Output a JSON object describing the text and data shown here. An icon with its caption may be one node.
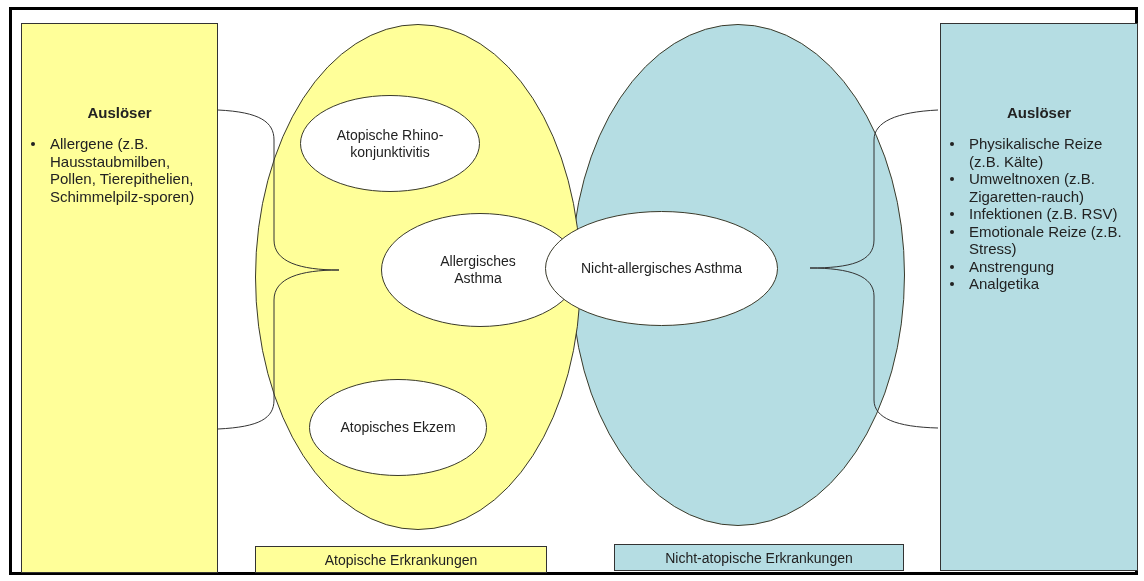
{
  "diagram": {
    "nodes": [
      {
        "text": [
          "Auslöser",
          "Allergene (z.B. Hausstaubmilben, Pollen, Tierepithelien, Schimmelpilz-sporen)"
        ]
      },
      {
        "text": [],
        "shape": "ellipse"
      },
      {
        "text": [
          "Atopische Rhino-konjunktivitis"
        ],
        "in": 1
      },
      {
        "text": [
          "Allergisches Asthma"
        ],
        "in": 1
      },
      {
        "text": [
          "Atopisches Ekzem"
        ],
        "in": 1
      },
      {
        "text": [],
        "shape": "ellipse"
      },
      {
        "text": [
          "Nicht-allergisches Asthma"
        ]
      },
      {
        "text": [
          "Auslöser",
          "Physikalische Reize (z.B. Kälte)",
          "Umweltnoxen (z.B. Zigaretten-rauch)",
          "Infektionen (z.B. RSV)",
          "Emotionale Reize (z.B. Stress)",
          "Anstrengung",
          "Analgetika"
        ]
      },
      {
        "text": [
          "Atopische Erkrankungen"
        ]
      },
      {
        "text": [
          "Nicht-atopische Erkrankungen"
        ]
      }
    ]
  }
}
